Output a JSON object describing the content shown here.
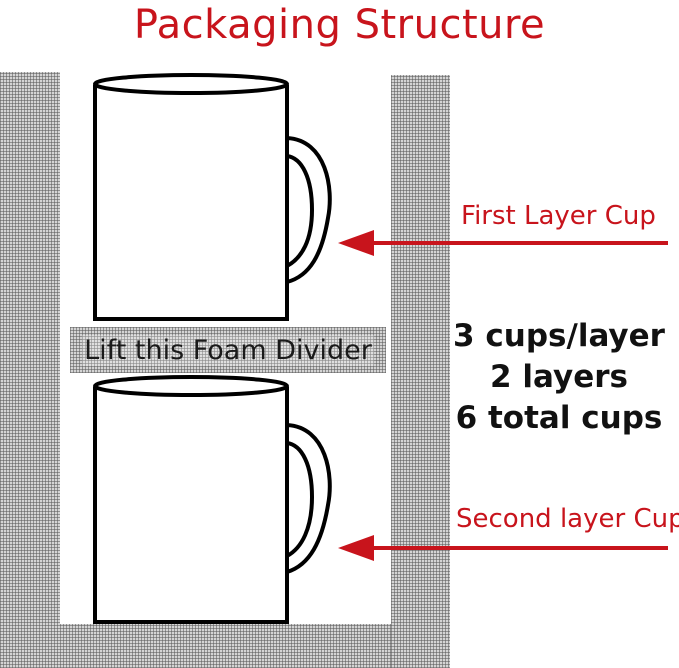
{
  "title": "Packaging Structure",
  "divider_label": "Lift this Foam Divider",
  "callouts": {
    "first": "First Layer Cup",
    "second": "Second layer Cup"
  },
  "info": {
    "line1": "3 cups/layer",
    "line2": "2 layers",
    "line3": "6 total cups"
  },
  "colors": {
    "accent": "#c8141c",
    "text": "#111111",
    "foam": "#d4d4d4"
  }
}
